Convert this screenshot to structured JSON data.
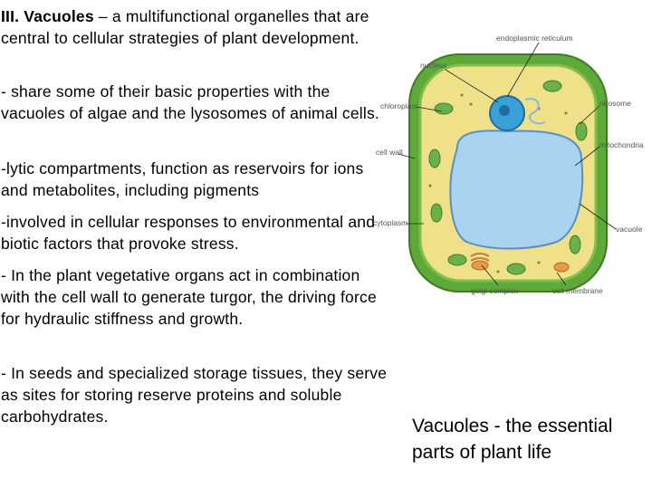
{
  "section": {
    "heading_bold": "III. Vacuoles",
    "heading_rest": " – a multifunctional organelles that are central to cellular strategies of plant development."
  },
  "paragraphs": [
    " - share some of their basic properties with the vacuoles of algae and the lysosomes of animal cells.",
    "-lytic compartments, function as reservoirs for ions and metabolites, including pigments",
    "-involved in cellular responses to environmental and biotic factors that provoke stress.",
    "- In the plant vegetative organs  act in combination with the cell wall to generate turgor, the driving force for hydraulic stiffness and growth.",
    "- In seeds and specialized storage tissues, they serve as sites for storing reserve proteins and soluble carbohydrates."
  ],
  "diagram": {
    "labels": {
      "er": "endoplasmic reticulum",
      "nucleus": "nucleus",
      "chloroplast": "chloroplast",
      "ribosome": "ribosome",
      "cell_wall": "cell wall",
      "mitochondria": "mitochondria",
      "cytoplasm": "cytoplasm",
      "vacuole": "vacuole",
      "golgi": "golgi complex",
      "membrane": "cell membrane"
    },
    "colors": {
      "wall": "#5fa83a",
      "cytoplasm": "#efe08a",
      "vacuole": "#a9d3f0",
      "nucleus": "#3aa0d8"
    }
  },
  "caption": "Vacuoles -  the essential\nparts of plant life"
}
